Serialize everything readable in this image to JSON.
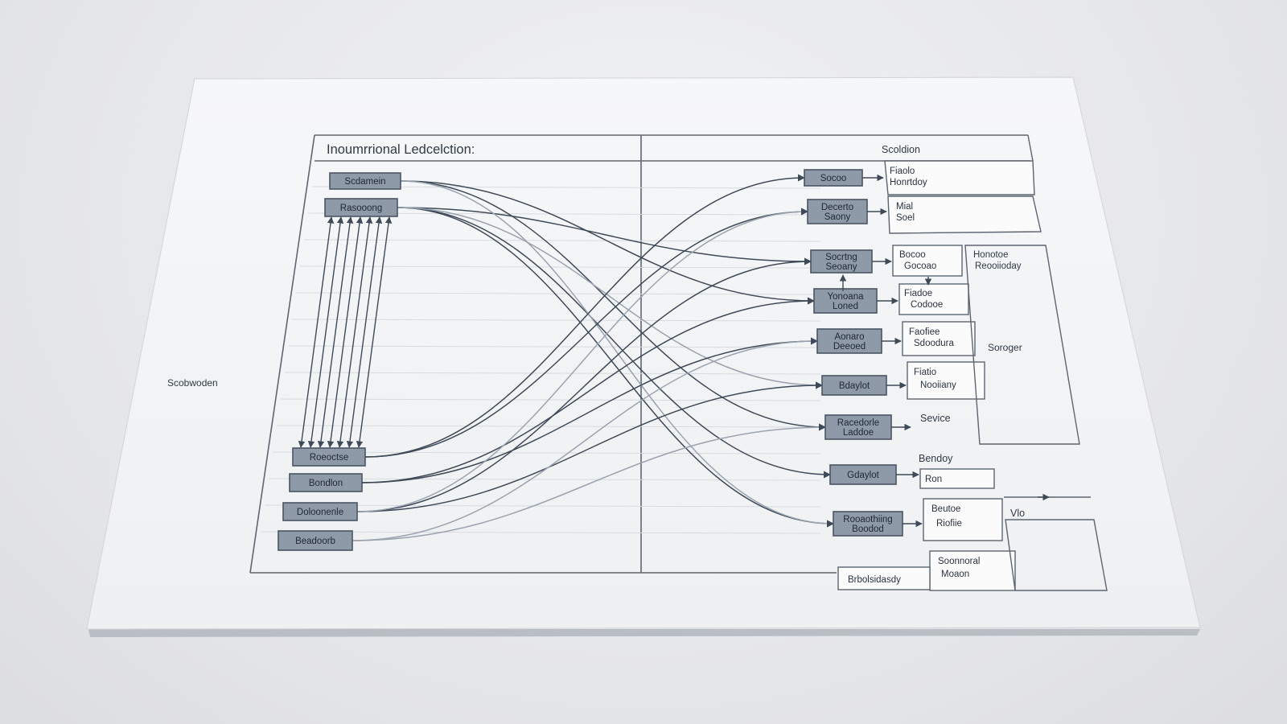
{
  "diagram": {
    "title": "Inoumrrional Ledcelction:",
    "right_header": "Scoldion",
    "outside_label": "Scobwoden",
    "left_nodes": [
      "Scdamein",
      "Rasooong",
      "Roeoctse",
      "Bondlon",
      "Doloonenle",
      "Beadoorb"
    ],
    "right_nodes": [
      "Socoo",
      "Decerto\nSaony",
      "Socrtng\nSeoany",
      "Yonoana\nLoned",
      "Aonaro\nDeeoed",
      "Bdaylot",
      "Racedorle\nLaddoe",
      "Gdaylot",
      "Rooaothiing\nBoodod"
    ],
    "right_boxes": [
      "Fiaolo\nHonrtdoy",
      "Mial\nSoel",
      "Bocoo\nGocoao",
      "Fiadoe\nCodooe",
      "Faofiee\nSdoodura",
      "Fiatio\nNooiiany",
      "Ron",
      "Beutoe\nRiofiie",
      "Soonnoral\nMoaon"
    ],
    "far_right_labels": [
      "Honotoe\nReooiioday",
      "Soroger",
      "Sevice",
      "Bendoy",
      "Vlo"
    ],
    "bottom_node": "Brbolsidasdy",
    "colors": {
      "node_fill": "#8e9aa8",
      "line_dark": "#3e4a58",
      "line_light": "#9aa4b0",
      "paper": "#f4f5f6"
    }
  }
}
